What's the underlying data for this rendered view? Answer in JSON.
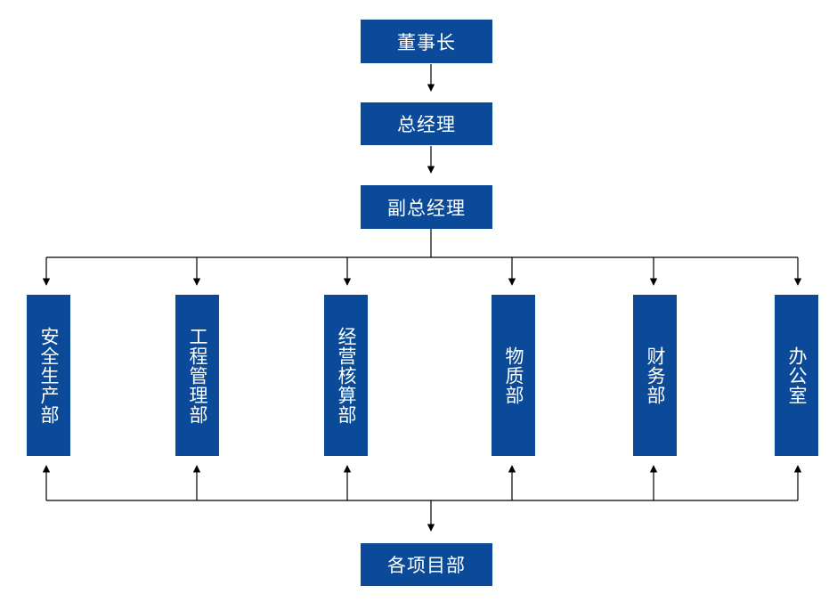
{
  "chairman": "董事长",
  "general_manager": "总经理",
  "deputy_general_manager": "副总经理",
  "departments": [
    "安全生产部",
    "工程管理部",
    "经营核算部",
    "物质部",
    "财务部",
    "办公室"
  ],
  "project_departments": "各项目部",
  "colors": {
    "box_fill": "#0b4a98",
    "box_text": "#ffffff",
    "line": "#000000"
  }
}
